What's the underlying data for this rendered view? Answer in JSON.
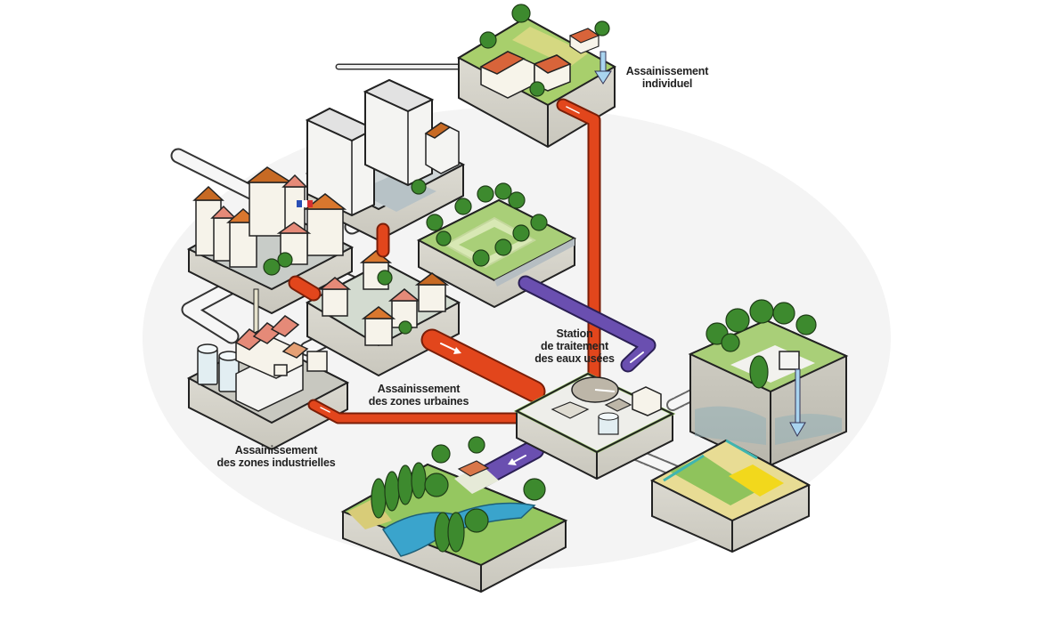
{
  "title": "Assainissement des eaux usées",
  "labels": {
    "individuel": {
      "line1": "Assainissement",
      "line2": "individuel"
    },
    "station": {
      "line1": "Station",
      "line2": "de traitement",
      "line3": "des eaux usées"
    },
    "urbaines": {
      "line1": "Assainissement",
      "line2": "des zones urbaines"
    },
    "industrielles": {
      "line1": "Assainissement",
      "line2": "des zones industrielles"
    }
  },
  "colors": {
    "wastewater_pipe": "#e2461c",
    "treated_pipe": "#6a4fb0",
    "rain_pipe": "#ffffff",
    "grass": "#8fc35c",
    "tree": "#3d8a2e",
    "block_side": "#d8d6cc",
    "roof": "#d9772e",
    "water": "#3aa4cc",
    "field_yellow": "#f2d81c"
  },
  "icons": [
    "arrow-right-icon",
    "arrow-left-icon",
    "arrow-down-icon"
  ]
}
